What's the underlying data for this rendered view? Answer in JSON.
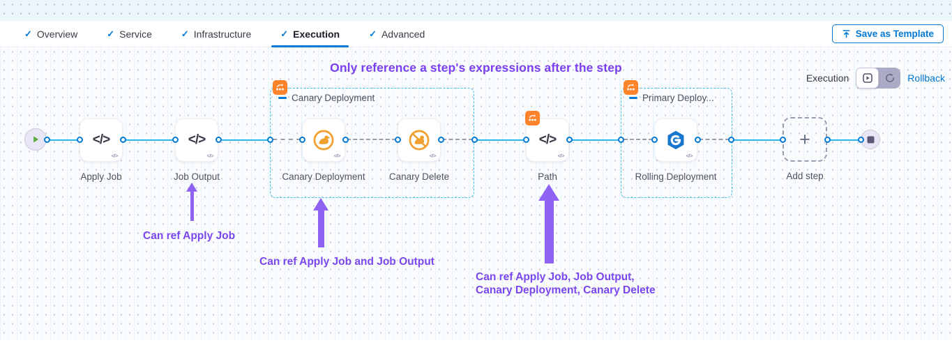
{
  "header": {
    "tabs": [
      {
        "label": "Overview"
      },
      {
        "label": "Service"
      },
      {
        "label": "Infrastructure"
      },
      {
        "label": "Execution"
      },
      {
        "label": "Advanced"
      }
    ],
    "active_tab": "Execution",
    "save_as_template": "Save as Template"
  },
  "canvas": {
    "title": "Only reference a step's expressions after the step",
    "mode": {
      "execution": "Execution",
      "rollback": "Rollback"
    },
    "steps": [
      {
        "label": "Apply Job",
        "type": "script"
      },
      {
        "label": "Job Output",
        "type": "script"
      },
      {
        "label": "Canary Deployment",
        "type": "canary"
      },
      {
        "label": "Canary Delete",
        "type": "canary-delete"
      },
      {
        "label": "Path",
        "type": "script"
      },
      {
        "label": "Rolling Deployment",
        "type": "rolling"
      }
    ],
    "groups": [
      {
        "label": "Canary Deployment"
      },
      {
        "label": "Primary Deploy..."
      }
    ],
    "add_step": "Add step",
    "annotations": [
      {
        "text": "Can ref Apply Job"
      },
      {
        "text": "Can ref Apply Job and Job Output"
      },
      {
        "line1": "Can ref Apply Job, Job Output,",
        "line2": "Canary Deployment, Canary Delete"
      }
    ]
  },
  "icons": {
    "code": "</>",
    "plus": "+",
    "check": "✓"
  },
  "colors": {
    "accent_blue": "#0278D5",
    "connector_cyan": "#2DB6E8",
    "annotation_purple": "#7A46EE",
    "badge_orange": "#FF832B",
    "canary_orange": "#F0A02F",
    "rolling_blue": "#1876CF"
  }
}
